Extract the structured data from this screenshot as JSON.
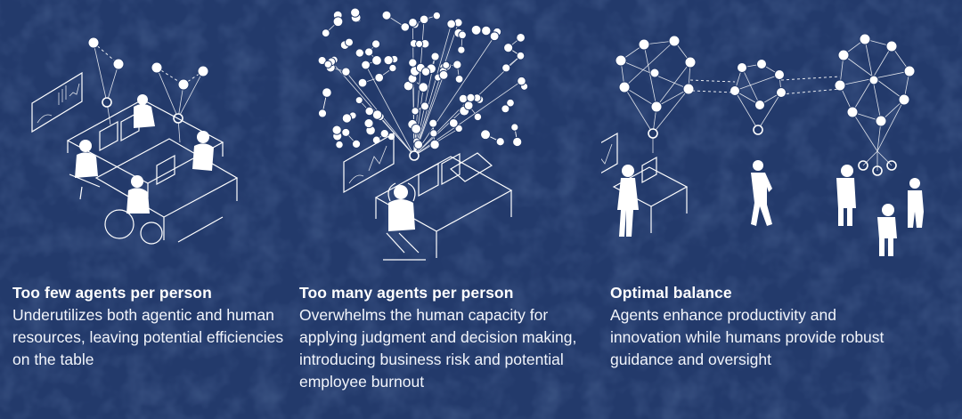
{
  "panels": [
    {
      "id": "too-few",
      "title": "Too few agents per person",
      "description": "Underutilizes both agentic and human resources, leaving potential efficiencies on the table"
    },
    {
      "id": "too-many",
      "title": "Too many agents per person",
      "description": "Overwhelms the human capacity for applying judgment and decision making, introducing business risk and potential employee burnout"
    },
    {
      "id": "optimal",
      "title": "Optimal balance",
      "description": "Agents enhance productivity and innovation while humans provide robust guidance and oversight"
    }
  ],
  "colors": {
    "background": "#233a6b",
    "foreground": "#ffffff"
  },
  "icons": [
    "agent-node-icon",
    "dashboard-monitor-icon",
    "person-figure-icon",
    "desk-icon"
  ]
}
